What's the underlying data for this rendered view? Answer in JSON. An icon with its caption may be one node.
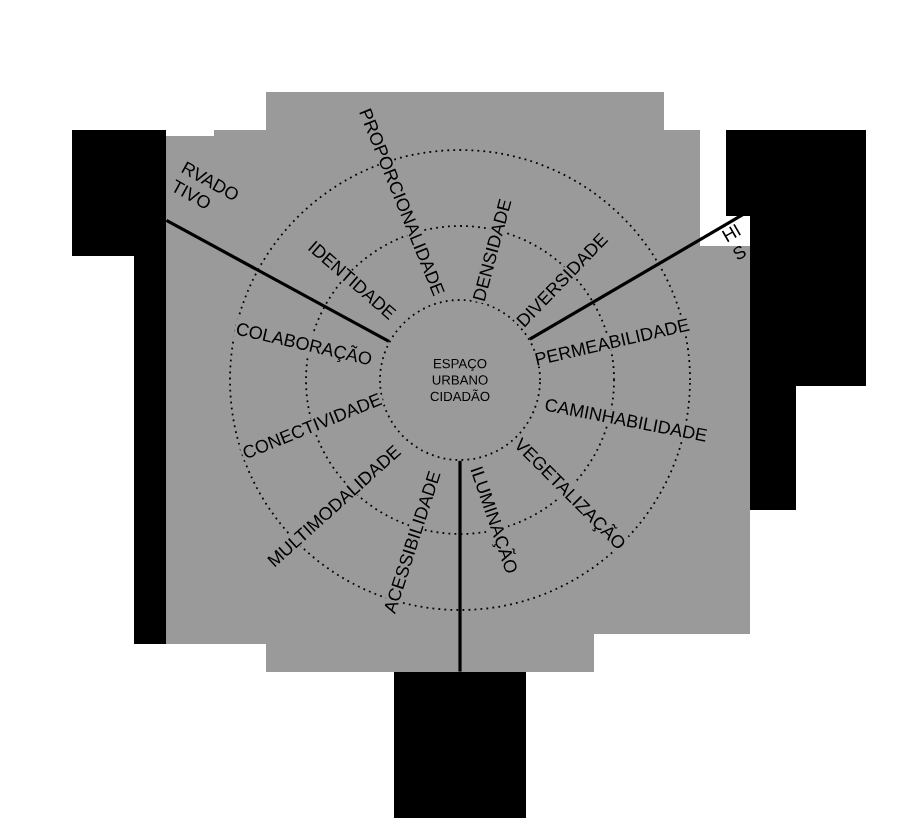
{
  "diagram": {
    "nodes": [
      {
        "text": [],
        "shape": "box",
        "beside": [
          "RVADO TIVO"
        ]
      },
      {
        "text": [],
        "shape": "box",
        "beside": [
          "HI S"
        ]
      },
      {
        "text": [
          "ESPAÇO URBANO CIDADÃO"
        ]
      },
      {
        "text": [],
        "shape": "box"
      }
    ],
    "edges": [
      {
        "from": 2,
        "to": 0,
        "arrow": "none"
      },
      {
        "from": 2,
        "to": 1,
        "arrow": "none"
      },
      {
        "from": 2,
        "to": 3,
        "arrow": "none"
      }
    ],
    "labels": [
      "PROPORCIONALIDADE",
      "DENSIDADE",
      "DIVERSIDADE",
      "PERMEABILIDADE",
      "CAMINHABILIDADE",
      "VEGETALIZAÇÃO",
      "ILUMINAÇÃO",
      "ACESSIBILIDADE",
      "MULTIMODALIDADE",
      "CONECTIVIDADE",
      "COLABORAÇÃO",
      "IDENTIDADE"
    ]
  }
}
